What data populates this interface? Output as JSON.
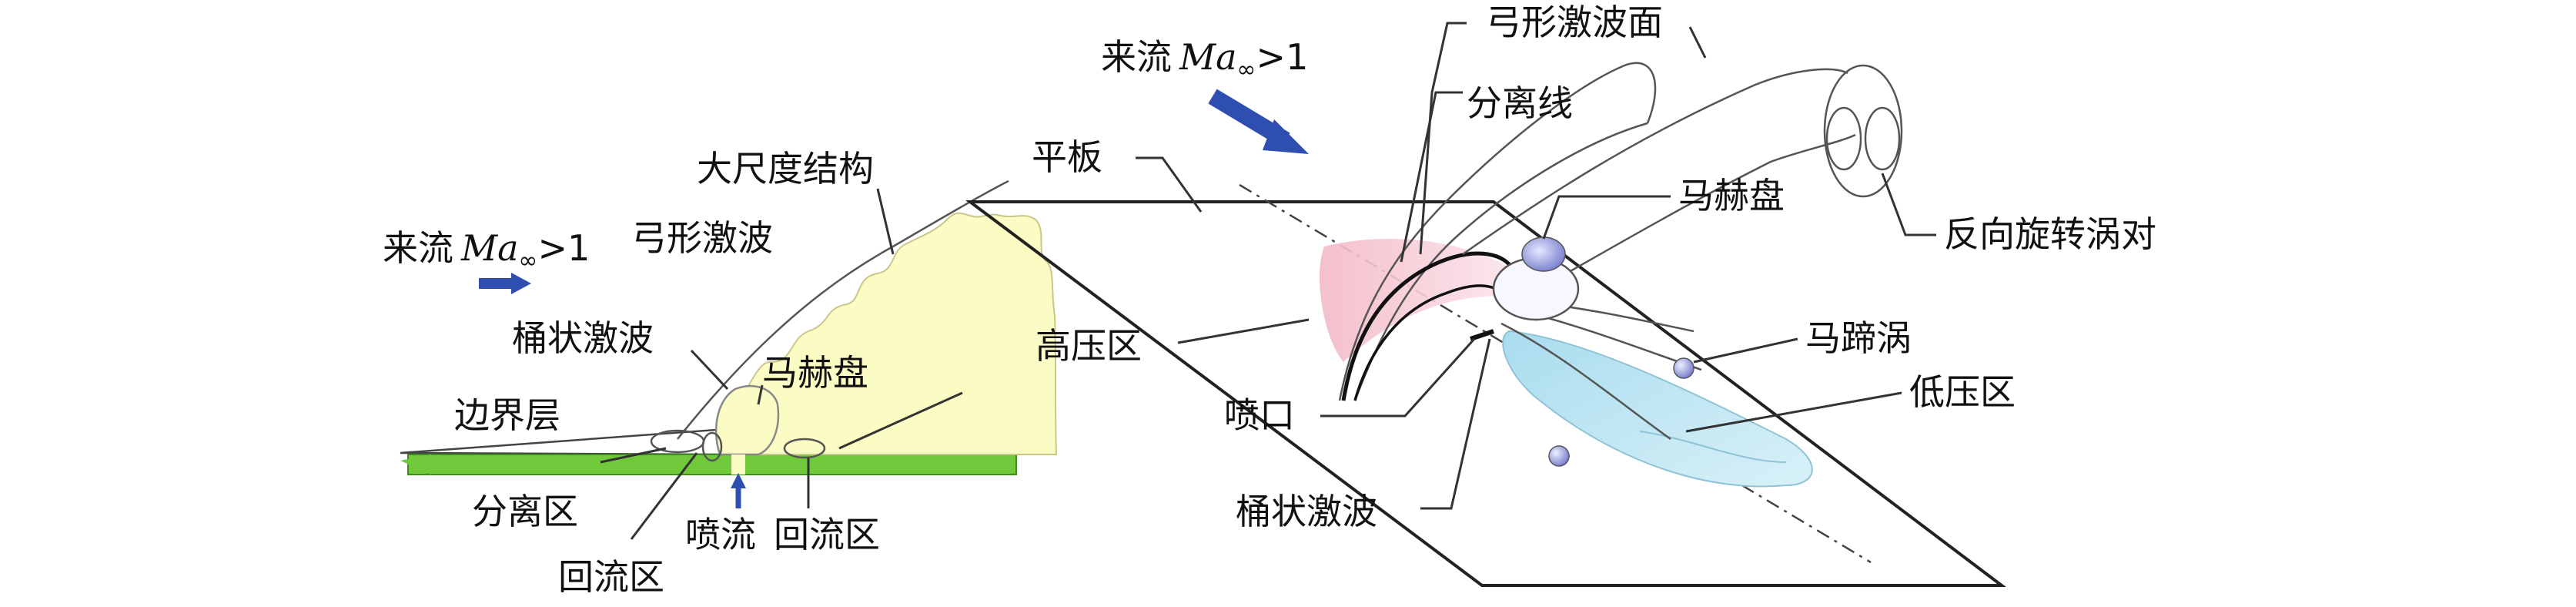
{
  "left_panel": {
    "freestream": {
      "prefix": "来流",
      "ma": "Ma",
      "sub": "∞",
      "suffix": ">1"
    },
    "large_scale": "大尺度结构",
    "bow_shock": "弓形激波",
    "barrel_shock": "桶状激波",
    "mach_disk": "马赫盘",
    "boundary_layer": "边界层",
    "separation_zone": "分离区",
    "recirc_left": "回流区",
    "jet": "喷流",
    "recirc_right": "回流区"
  },
  "right_panel": {
    "freestream": {
      "prefix": "来流",
      "ma": "Ma",
      "sub": "∞",
      "suffix": ">1"
    },
    "bow_shock_surface": "弓形激波面",
    "separation_line": "分离线",
    "plate": "平板",
    "mach_disk": "马赫盘",
    "counter_vortex": "反向旋转涡对",
    "high_pressure": "高压区",
    "horseshoe": "马蹄涡",
    "low_pressure": "低压区",
    "nozzle": "喷口",
    "barrel_shock": "桶状激波"
  },
  "colors": {
    "plate_green": "#6fc93a",
    "plume_yellow": "#fbfbc4",
    "arrow_blue": "#2f4fb0",
    "high_pressure_pink": "#f6c9d3",
    "low_pressure_cyan": "#bfe6f2",
    "mach_disk_violet": "#8f94d8"
  }
}
